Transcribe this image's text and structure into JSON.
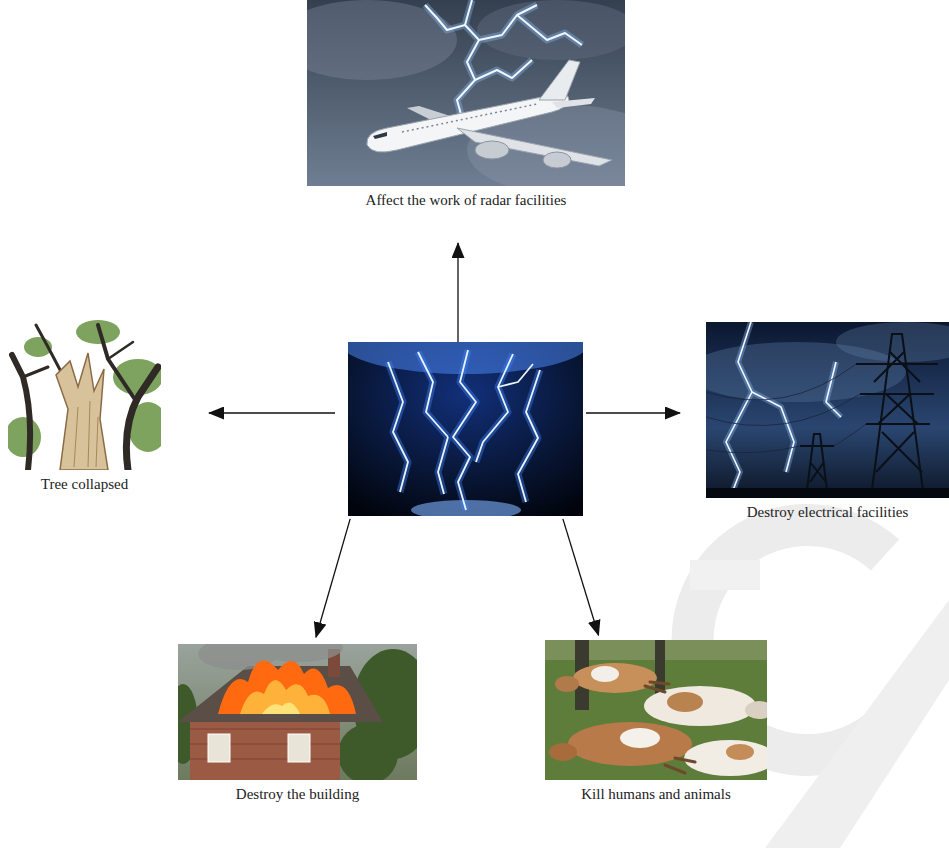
{
  "diagram": {
    "nodes": [
      {
        "text": [
          "Affect the work of radar facilities"
        ]
      },
      {
        "text": [
          "Tree collapsed"
        ]
      },
      {
        "text": []
      },
      {
        "text": [
          "Destroy electrical facilities"
        ]
      },
      {
        "text": [
          "Destroy the building"
        ]
      },
      {
        "text": [
          "Kill humans and animals"
        ]
      }
    ],
    "edges": [
      {
        "from": 2,
        "to": 0,
        "arrow": "to"
      },
      {
        "from": 2,
        "to": 1,
        "arrow": "to"
      },
      {
        "from": 2,
        "to": 3,
        "arrow": "to"
      },
      {
        "from": 2,
        "to": 4,
        "arrow": "to"
      },
      {
        "from": 2,
        "to": 5,
        "arrow": "to"
      }
    ]
  }
}
